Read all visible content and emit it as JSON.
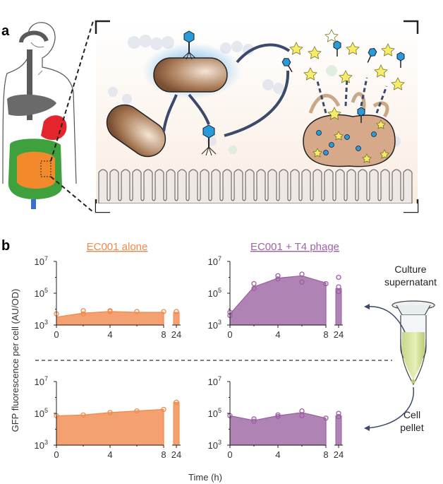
{
  "panel_a": {
    "letter": "a"
  },
  "panel_b": {
    "letter": "b",
    "ylabel": "GFP fluorescence per cell (AU/OD)",
    "xlabel": "Time (h)",
    "culture_label_1": "Culture",
    "culture_label_2": "supernatant",
    "cell_label_1": "Cell",
    "cell_label_2": "pellet",
    "col_titles": [
      "EC001 alone",
      "EC001 + T4 phage"
    ],
    "x_ticks": [
      "0",
      "4",
      "8",
      "24"
    ],
    "y_ticks": [
      {
        "base": "10",
        "exp": "7"
      },
      {
        "base": "10",
        "exp": "5"
      },
      {
        "base": "10",
        "exp": "3"
      }
    ],
    "colors": {
      "orange": "#f4a070",
      "orange_line": "#ef8a4a",
      "purple": "#b083b5",
      "purple_line": "#9a5fa0"
    }
  },
  "chart_data": [
    {
      "type": "area",
      "name_ref": "EC001 alone — culture supernatant",
      "x": [
        0,
        2,
        4,
        6,
        8,
        24
      ],
      "y_log10": [
        3.5,
        3.75,
        3.85,
        3.8,
        3.8,
        3.8
      ],
      "points": [
        [
          0,
          3.7
        ],
        [
          2,
          3.9
        ],
        [
          2,
          3.7
        ],
        [
          4,
          3.9
        ],
        [
          4,
          3.85
        ],
        [
          6,
          3.85
        ],
        [
          8,
          3.85
        ],
        [
          24,
          3.85
        ]
      ],
      "ylim_log10": [
        3,
        7
      ],
      "yscale": "log"
    },
    {
      "type": "area",
      "name_ref": "EC001 + T4 phage — culture supernatant",
      "x": [
        0,
        2,
        4,
        6,
        8,
        24
      ],
      "y_log10": [
        3.7,
        5.4,
        5.95,
        6.1,
        5.65,
        5.3
      ],
      "points": [
        [
          0,
          3.8
        ],
        [
          0,
          3.6
        ],
        [
          2,
          5.6
        ],
        [
          2,
          5.3
        ],
        [
          4,
          6.1
        ],
        [
          4,
          5.9
        ],
        [
          6,
          6.2
        ],
        [
          6,
          5.7
        ],
        [
          8,
          5.6
        ],
        [
          24,
          6.0
        ],
        [
          24,
          5.4
        ],
        [
          24,
          5.1
        ]
      ],
      "ylim_log10": [
        3,
        7
      ],
      "yscale": "log"
    },
    {
      "type": "area",
      "name_ref": "EC001 alone — cell pellet",
      "x": [
        0,
        2,
        4,
        6,
        8,
        24
      ],
      "y_log10": [
        4.85,
        4.9,
        5.05,
        5.15,
        5.25,
        5.7
      ],
      "points": [
        [
          0,
          4.85
        ],
        [
          2,
          4.9
        ],
        [
          4,
          5.05
        ],
        [
          6,
          5.15
        ],
        [
          8,
          5.25
        ],
        [
          24,
          5.7
        ]
      ],
      "ylim_log10": [
        3,
        7
      ],
      "yscale": "log"
    },
    {
      "type": "area",
      "name_ref": "EC001 + T4 phage — cell pellet",
      "x": [
        0,
        2,
        4,
        6,
        8,
        24
      ],
      "y_log10": [
        4.85,
        4.55,
        4.85,
        5.05,
        4.7,
        4.85
      ],
      "points": [
        [
          0,
          4.85
        ],
        [
          2,
          4.65
        ],
        [
          2,
          4.5
        ],
        [
          4,
          4.9
        ],
        [
          4,
          4.8
        ],
        [
          6,
          5.15
        ],
        [
          6,
          4.85
        ],
        [
          8,
          4.7
        ],
        [
          24,
          5.0
        ],
        [
          24,
          4.8
        ]
      ],
      "ylim_log10": [
        3,
        7
      ],
      "yscale": "log"
    }
  ]
}
